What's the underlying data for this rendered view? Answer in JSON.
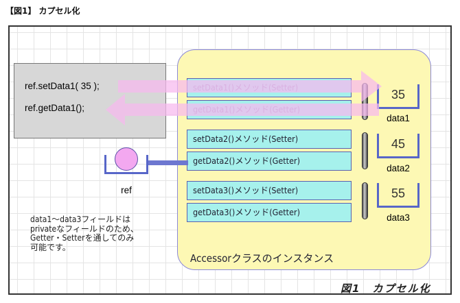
{
  "figure_title": "【図1】 カプセル化",
  "caller": {
    "lines": [
      "ref.setData1( 35 );",
      "ref.getData1();"
    ]
  },
  "instance": {
    "label": "Accessorクラスのインスタンス",
    "methods": [
      {
        "label": "setData1()メソッド(Setter)",
        "faint": true
      },
      {
        "label": "getData1()メソッド(Getter)",
        "faint": true
      },
      {
        "label": "setData2()メソッド(Setter)",
        "faint": false
      },
      {
        "label": "getData2()メソッド(Getter)",
        "faint": false
      },
      {
        "label": "setData3()メソッド(Setter)",
        "faint": false
      },
      {
        "label": "getData3()メソッド(Getter)",
        "faint": false
      }
    ],
    "fields": [
      {
        "name": "data1",
        "value": "35"
      },
      {
        "name": "data2",
        "value": "45"
      },
      {
        "name": "data3",
        "value": "55"
      }
    ]
  },
  "reference": {
    "label": "ref"
  },
  "note": {
    "lines": [
      "data1～data3フィールドは",
      "privateなフィールドのため、",
      "Getter・Setterを通してのみ",
      "可能です。"
    ]
  },
  "caption": "図1　カプセル化",
  "colors": {
    "instance_fill": "#fdf8b4",
    "method_fill": "#a6f1ec",
    "arrow_pink": "#f6b8ee",
    "slot_blue": "#5766c8",
    "ref_ball": "#f3a8f0"
  }
}
